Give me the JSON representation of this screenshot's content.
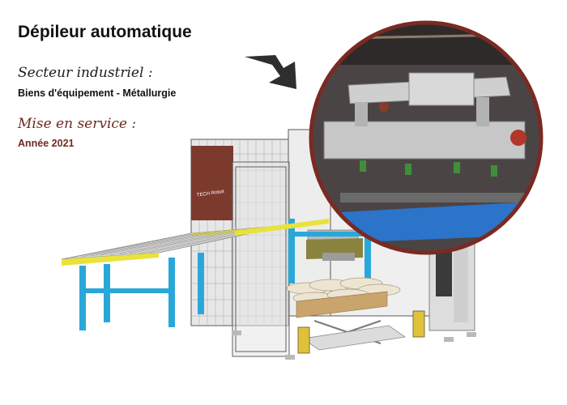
{
  "title": "Dépileur automatique",
  "sector": {
    "label": "Secteur industriel :",
    "value": "Biens d'équipement - Métallurgie"
  },
  "service": {
    "label": "Mise en service :",
    "value": "Année 2021"
  },
  "machine": {
    "brand_text": "TECH Robot"
  },
  "colors": {
    "accent": "#6e2a1e",
    "circle_border": "#7a2a22",
    "conveyor_frame": "#2aa7d9",
    "conveyor_rail": "#e9e23a",
    "cabinet_panel": "#7c3a2d",
    "arrow": "#2e2e2e"
  }
}
